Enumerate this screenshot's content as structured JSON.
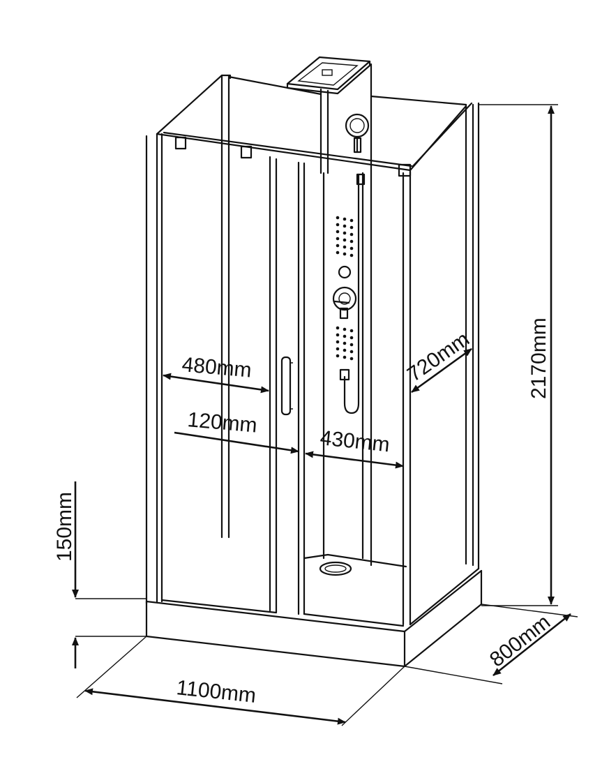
{
  "dimensions": {
    "width_total": "1100mm",
    "depth": "800mm",
    "height": "2170mm",
    "tray_height": "150mm",
    "door_width": "480mm",
    "door_gap": "120mm",
    "inner_width": "430mm",
    "side_panel": "720mm"
  }
}
